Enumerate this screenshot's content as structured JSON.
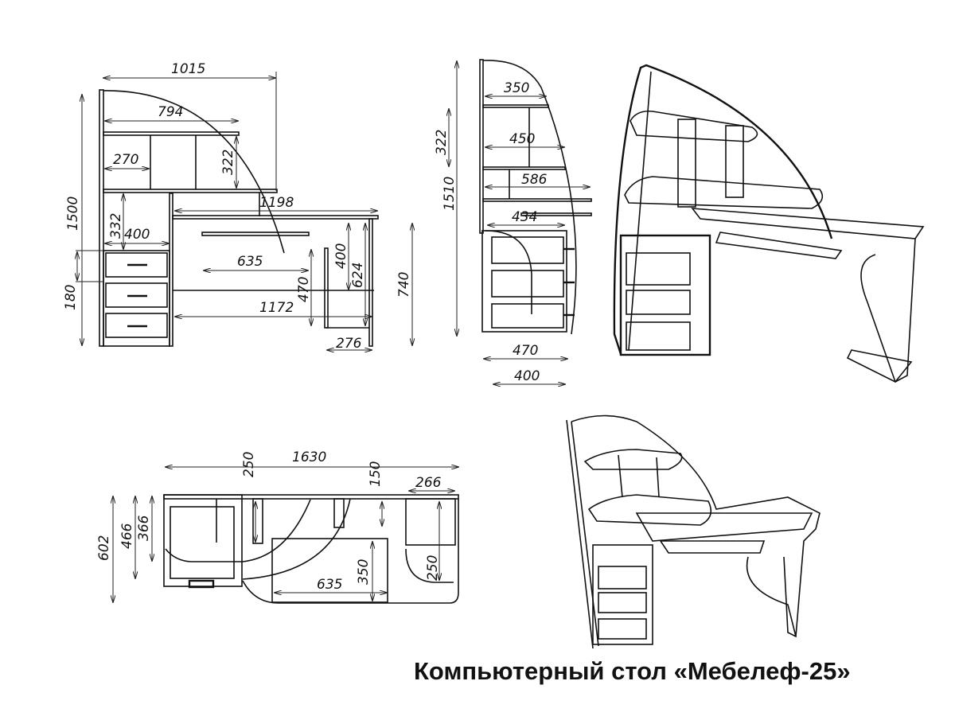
{
  "title": "Компьютерный стол «Мебелеф-25»",
  "front_view": {
    "dims": {
      "width_total": "1015",
      "shelf_width": "794",
      "niche_width": "270",
      "niche_height": "322",
      "lower_gap": "332",
      "pedestal_width": "400",
      "desk_length": "1198",
      "keyboard_width": "635",
      "under_desk": "1172",
      "knee_height": "470",
      "shelf_gap": "400",
      "inner_height": "624",
      "desk_height": "740",
      "side_width": "276",
      "total_height": "1500",
      "drawer_height": "180"
    }
  },
  "side_view": {
    "dims": {
      "top_shelf": "350",
      "mid_shelf": "450",
      "desk_depth": "586",
      "keyboard_depth": "434",
      "shelf_height": "322",
      "total_height": "1510",
      "pedestal_depth": "470",
      "drawer_depth": "400"
    }
  },
  "plan_view": {
    "dims": {
      "total_length": "1630",
      "offset_left": "250",
      "offset_right": "150",
      "right_width": "266",
      "total_depth": "602",
      "pedestal_depth": "466",
      "drawer_depth": "366",
      "keyboard_depth": "350",
      "keyboard_width": "635",
      "right_depth": "250"
    }
  }
}
